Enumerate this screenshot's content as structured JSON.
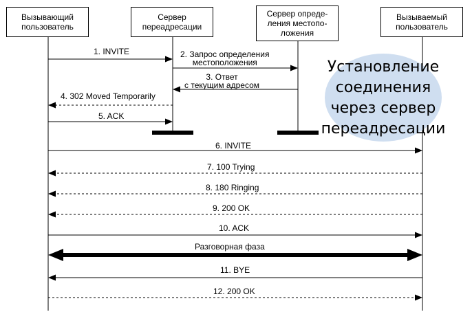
{
  "participants": [
    {
      "id": "caller",
      "label": "Вызывающий\nпользователь"
    },
    {
      "id": "redirect",
      "label": "Сервер\nпереадресации"
    },
    {
      "id": "location",
      "label": "Сервер опреде-\nления местопо-\nложения"
    },
    {
      "id": "callee",
      "label": "Вызываемый\nпользователь"
    }
  ],
  "callout": {
    "text": "Установление\nсоединения\nчерез сервер\nпереадресации"
  },
  "messages": [
    {
      "label": "1. INVITE",
      "from": "caller",
      "to": "redirect",
      "style": "solid"
    },
    {
      "label": "2. Запрос определения\nместоположения",
      "from": "redirect",
      "to": "location",
      "style": "solid"
    },
    {
      "label": "3. Ответ\nс текущим адресом",
      "from": "location",
      "to": "redirect",
      "style": "solid"
    },
    {
      "label": "4. 302 Moved Temporarily",
      "from": "redirect",
      "to": "caller",
      "style": "dashed"
    },
    {
      "label": "5. ACK",
      "from": "caller",
      "to": "redirect",
      "style": "solid"
    },
    {
      "label": "6. INVITE",
      "from": "caller",
      "to": "callee",
      "style": "solid"
    },
    {
      "label": "7. 100 Trying",
      "from": "callee",
      "to": "caller",
      "style": "dashed"
    },
    {
      "label": "8. 180 Ringing",
      "from": "callee",
      "to": "caller",
      "style": "dashed"
    },
    {
      "label": "9. 200 OK",
      "from": "callee",
      "to": "caller",
      "style": "dashed"
    },
    {
      "label": "10. ACK",
      "from": "caller",
      "to": "callee",
      "style": "solid"
    },
    {
      "label": "Разговорная фаза",
      "from": "caller",
      "to": "callee",
      "style": "thick-both"
    },
    {
      "label": "11. BYE",
      "from": "callee",
      "to": "caller",
      "style": "solid"
    },
    {
      "label": "12. 200 OK",
      "from": "caller",
      "to": "callee",
      "style": "dashed"
    }
  ]
}
